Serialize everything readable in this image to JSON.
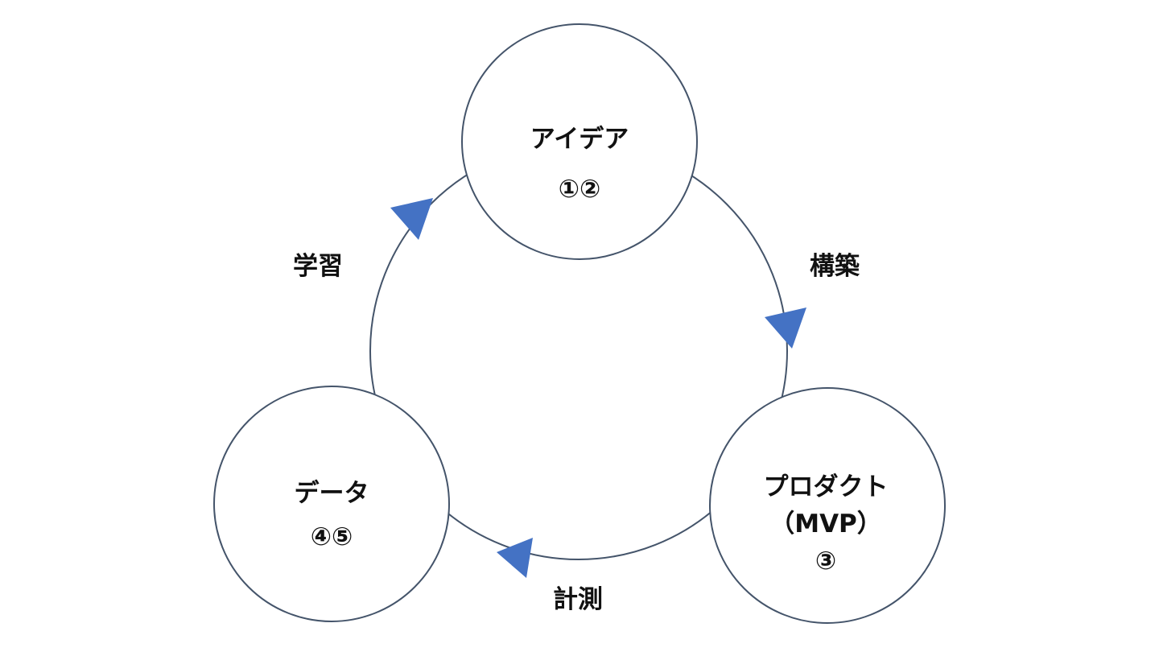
{
  "colors": {
    "stroke": "#44546a",
    "arrow": "#4472c4"
  },
  "nodes": {
    "idea": {
      "title": "アイデア",
      "steps": "①②"
    },
    "product": {
      "title": "プロダクト",
      "subtitle": "（MVP）",
      "steps": "③"
    },
    "data": {
      "title": "データ",
      "steps": "④⑤"
    }
  },
  "edges": {
    "build": "構築",
    "measure": "計測",
    "learn": "学習"
  }
}
